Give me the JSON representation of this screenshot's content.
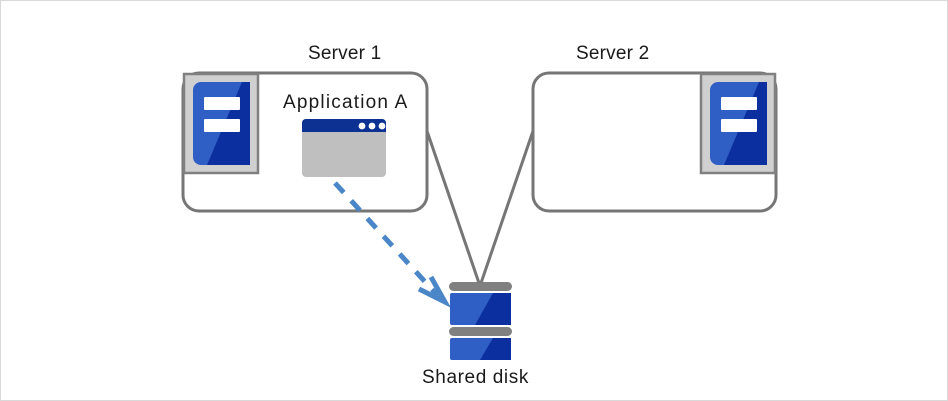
{
  "diagram": {
    "title_hidden": "",
    "nodes": {
      "server1": {
        "label": "Server 1",
        "icon": "server-icon",
        "app": {
          "label": "Application A",
          "icon": "app-window-icon"
        }
      },
      "server2": {
        "label": "Server 2",
        "icon": "server-icon"
      },
      "shared_disk": {
        "label": "Shared disk",
        "icon": "disk-stack-icon"
      }
    },
    "connections": [
      {
        "from": "server1",
        "to": "shared_disk",
        "style": "solid",
        "color": "#767676"
      },
      {
        "from": "server2",
        "to": "shared_disk",
        "style": "solid",
        "color": "#767676"
      },
      {
        "from": "application-a",
        "to": "shared_disk",
        "style": "dashed",
        "color": "#4a86c8",
        "arrow": true
      }
    ],
    "colors": {
      "frame_border": "#d9d9d9",
      "box_border": "#767676",
      "connector": "#767676",
      "dashed_arrow": "#4a86c8",
      "icon_blue_light": "#2f5fc4",
      "icon_blue_dark": "#0b2f9e",
      "icon_frame_gray": "#d0d0d0",
      "icon_frame_border": "#808080",
      "app_titlebar": "#0d3193",
      "app_body": "#bfbfbf",
      "disk_bar_gray": "#808080"
    }
  }
}
